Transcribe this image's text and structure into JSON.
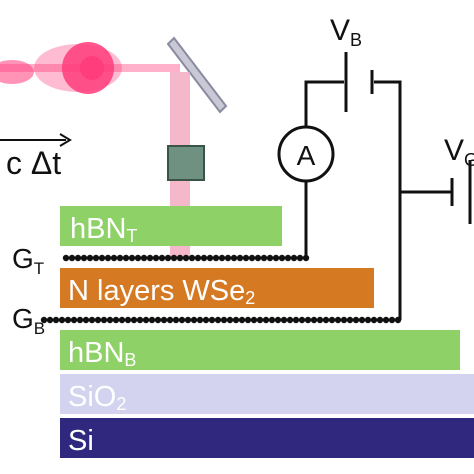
{
  "colors": {
    "hbn": "#8ed167",
    "wse2": "#d57a23",
    "sio2": "#d3d3ef",
    "si": "#2f287e",
    "pulse": "#ff3c7c",
    "beam": "#f3a5bd",
    "objective": "#6f9182",
    "wire": "#111111",
    "layer_text": "#ffffff"
  },
  "icons": {
    "laser": "laser-pulse-icon",
    "mirror": "mirror-icon",
    "objective": "objective-lens-icon",
    "ammeter": "ammeter-icon",
    "battery": "battery-icon"
  },
  "labels": {
    "delay": "c Δt",
    "ammeter": "A",
    "vb_main": "V",
    "vb_sub": "B",
    "vc_main": "V",
    "vc_sub": "G",
    "gt_main": "G",
    "gt_sub": "T",
    "gb_main": "G",
    "gb_sub": "B"
  },
  "layers": {
    "hbn_top": {
      "main": "hBN",
      "sub": "T"
    },
    "wse2": {
      "main": "N layers WSe",
      "sub": "2"
    },
    "hbn_bottom": {
      "main": "hBN",
      "sub": "B"
    },
    "sio2": {
      "main": "SiO",
      "sub": "2"
    },
    "si": {
      "main": "Si"
    }
  }
}
